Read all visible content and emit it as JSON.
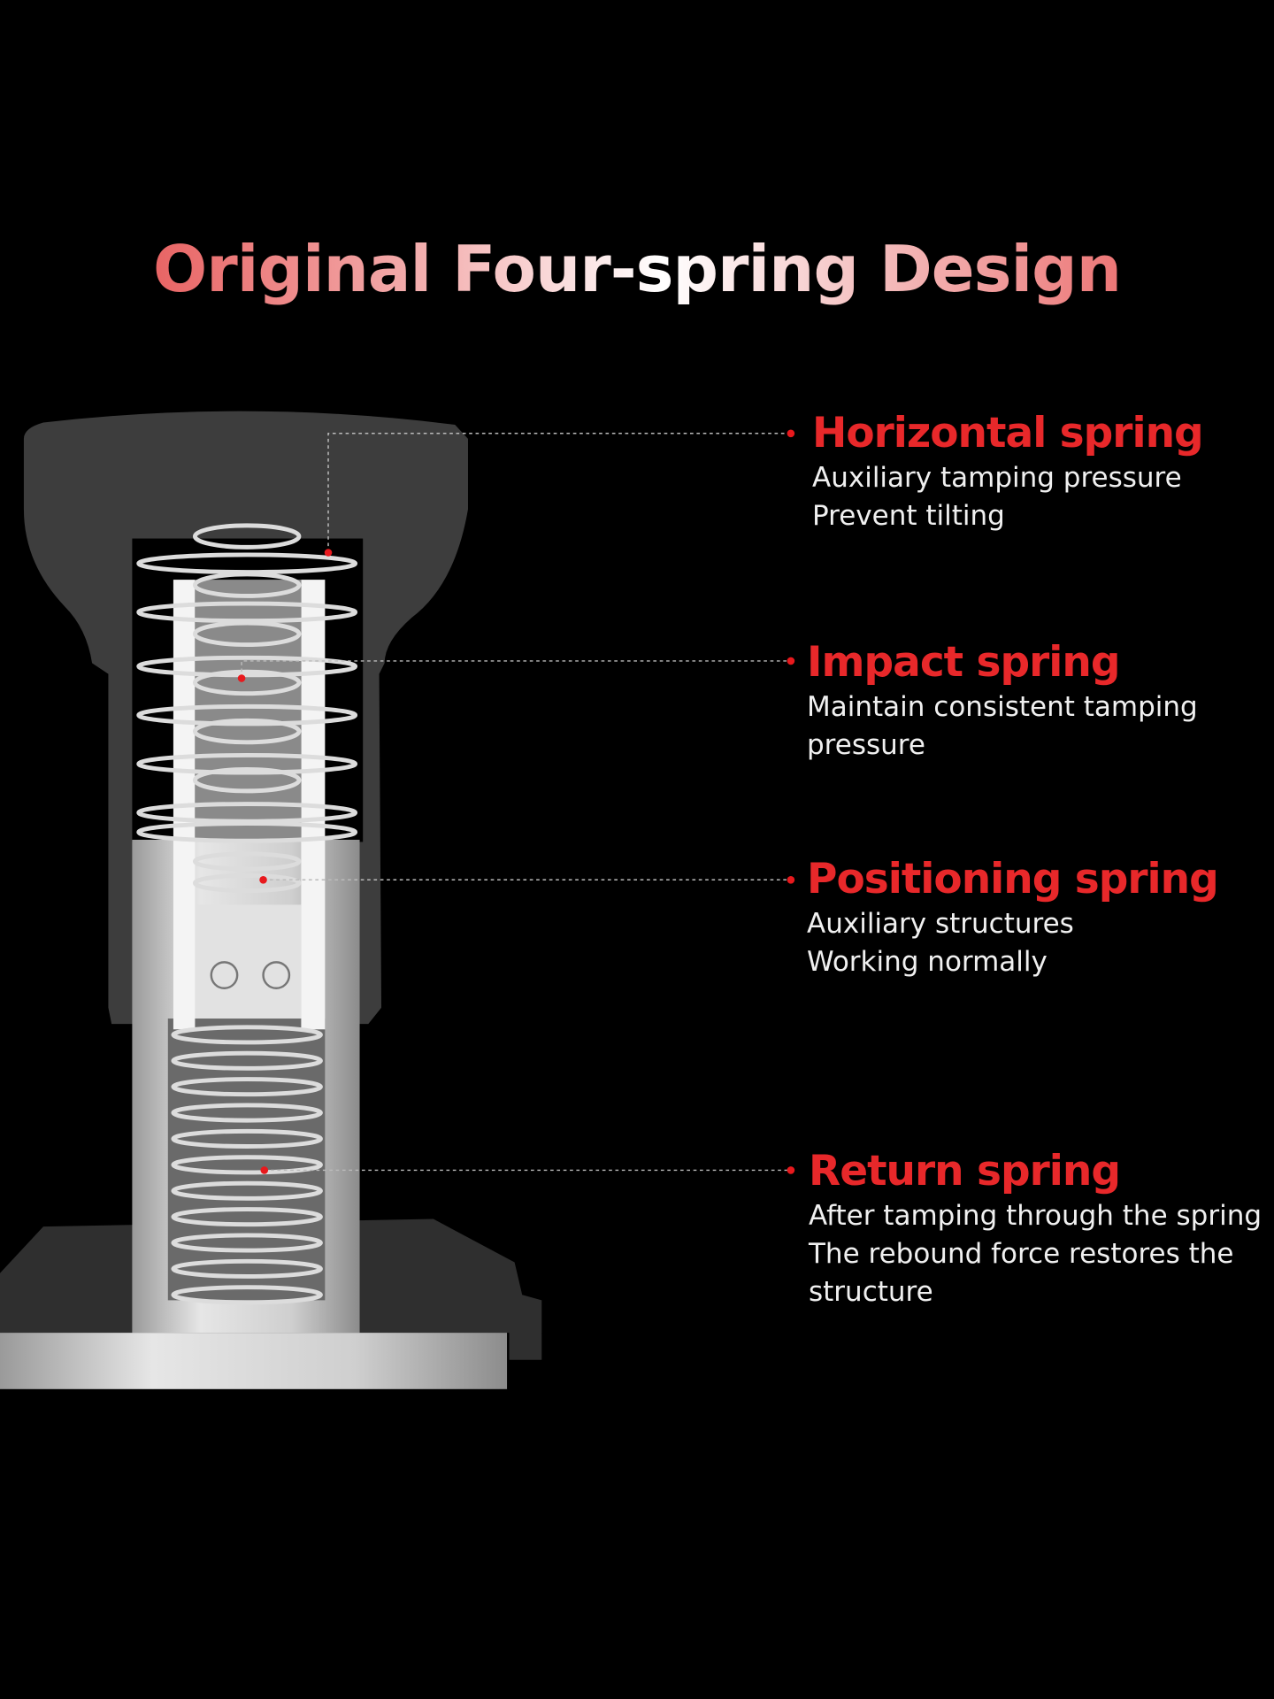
{
  "title": "Original Four-spring Design",
  "colors": {
    "accent": "#e8282a",
    "background": "#000000",
    "body_dark": "#3d3d3d",
    "metal": "#c8c8c8"
  },
  "callouts": [
    {
      "heading": "Horizontal spring",
      "lines": [
        "Auxiliary tamping pressure",
        "Prevent tilting"
      ]
    },
    {
      "heading": "Impact spring",
      "lines": [
        "Maintain consistent tamping",
        "pressure"
      ]
    },
    {
      "heading": "Positioning spring",
      "lines": [
        "Auxiliary structures",
        "Working normally"
      ]
    },
    {
      "heading": "Return spring",
      "lines": [
        "After tamping through the spring",
        "The rebound force restores the",
        "structure"
      ]
    }
  ]
}
